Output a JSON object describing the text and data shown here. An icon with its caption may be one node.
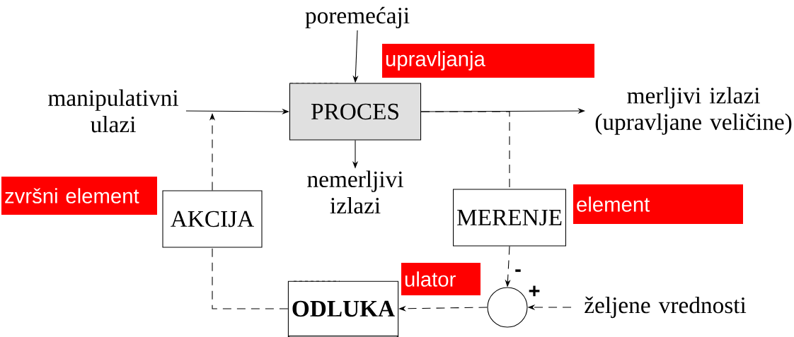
{
  "diagram": {
    "nodes": [
      {
        "text": [
          "poremećaji"
        ]
      },
      {
        "text": [
          "manipulativni ulazi"
        ]
      },
      {
        "text": [
          "PROCES"
        ]
      },
      {
        "text": [
          "merljivi izlazi (upravljane veličine)"
        ]
      },
      {
        "text": [
          "nemerljivi izlazi"
        ]
      },
      {
        "text": [
          "AKCIJA"
        ]
      },
      {
        "text": [
          "MERENJE"
        ]
      },
      {
        "text": [
          "ODLUKA"
        ]
      },
      {
        "text": [],
        "shape": "circle"
      },
      {
        "text": [
          "željene vrednosti"
        ]
      }
    ],
    "edges": [
      {
        "from": 0,
        "to": 2,
        "arrow": "to"
      },
      {
        "from": 1,
        "to": 2,
        "arrow": "to"
      },
      {
        "from": 2,
        "to": 3,
        "arrow": "to"
      },
      {
        "from": 2,
        "to": 4,
        "arrow": "to"
      },
      {
        "from": 2,
        "to": 6,
        "arrow": "none",
        "style": "dashed"
      },
      {
        "from": 6,
        "to": 8,
        "arrow": "to",
        "style": "dashed"
      },
      {
        "from": 9,
        "to": 8,
        "arrow": "to",
        "style": "dashed"
      },
      {
        "from": 8,
        "to": 7,
        "arrow": "to",
        "style": "dashed"
      },
      {
        "from": 7,
        "to": 5,
        "arrow": "none",
        "style": "dashed"
      },
      {
        "from": 5,
        "to": null,
        "arrow": "to",
        "style": "dashed"
      }
    ],
    "labels": [
      "upravljanja",
      "zvršni element",
      "element",
      "ulator",
      "-",
      "+"
    ]
  }
}
